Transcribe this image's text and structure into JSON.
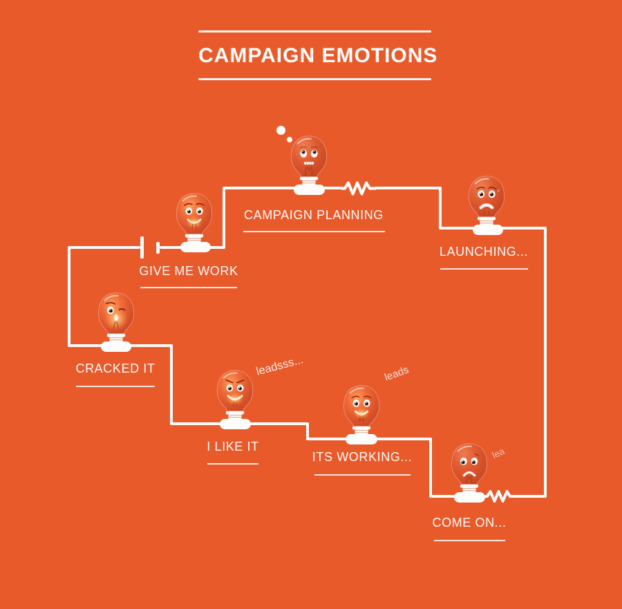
{
  "title": "CAMPAIGN EMOTIONS",
  "colors": {
    "background": "#E95A2B",
    "wire": "#FFFFFF",
    "bulb_body": "#D8512B",
    "bulb_glow": "#FFC173",
    "text": "#FFFFFF"
  },
  "stages": [
    {
      "id": "give-me-work",
      "label": "GIVE ME WORK",
      "mood": "eager-smile",
      "lit": true
    },
    {
      "id": "campaign-planning",
      "label": "CAMPAIGN PLANNING",
      "mood": "thinking",
      "lit": false
    },
    {
      "id": "launching",
      "label": "LAUNCHING...",
      "mood": "worried",
      "lit": false
    },
    {
      "id": "cracked-it",
      "label": "CRACKED IT",
      "mood": "winking",
      "lit": true
    },
    {
      "id": "i-like-it",
      "label": "I LIKE IT",
      "mood": "scheming-grin",
      "lit": true
    },
    {
      "id": "its-working",
      "label": "ITS WORKING...",
      "mood": "relieved-smile",
      "lit": true
    },
    {
      "id": "come-on",
      "label": "COME ON...",
      "mood": "sad",
      "lit": false
    }
  ],
  "floating_labels": [
    {
      "text": "leadsss..."
    },
    {
      "text": "leads"
    },
    {
      "text": "lea"
    }
  ],
  "icons": {
    "battery": "battery-symbol",
    "resistor": "resistor-zigzag-icon",
    "thought_dots": "thought-bubble-dots"
  }
}
